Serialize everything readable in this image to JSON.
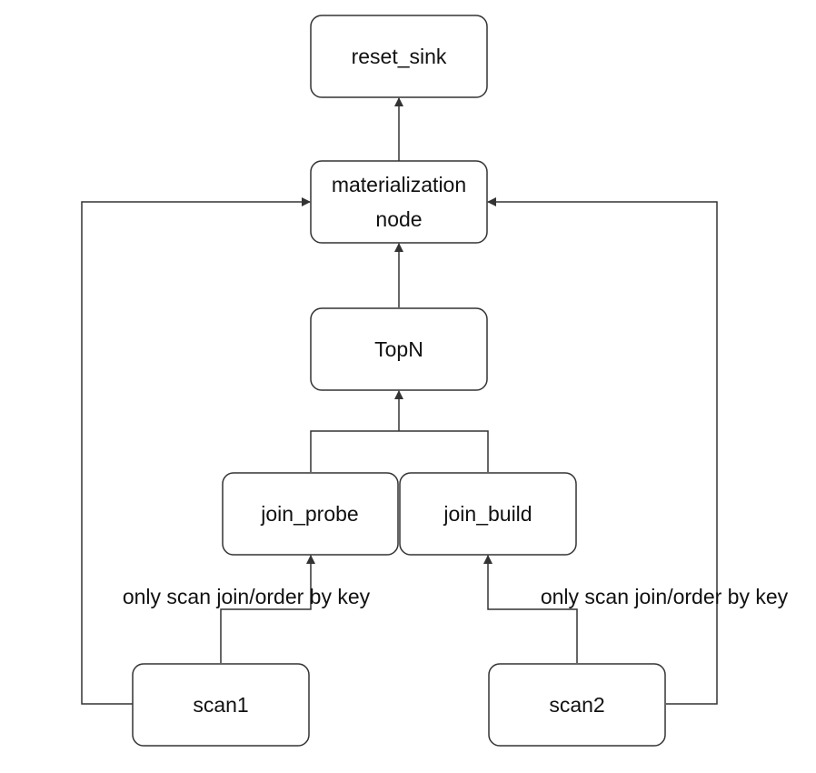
{
  "nodes": {
    "reset_sink": {
      "label": "reset_sink"
    },
    "materialization": {
      "label_line1": "materialization",
      "label_line2": "node"
    },
    "topn": {
      "label": "TopN"
    },
    "join_probe": {
      "label": "join_probe"
    },
    "join_build": {
      "label": "join_build"
    },
    "scan1": {
      "label": "scan1"
    },
    "scan2": {
      "label": "scan2"
    }
  },
  "edge_labels": {
    "scan1_to_probe": "only scan join/order by key",
    "scan2_to_build": "only scan join/order by key"
  },
  "colors": {
    "stroke": "#333333",
    "fill": "#ffffff",
    "text": "#111111"
  }
}
